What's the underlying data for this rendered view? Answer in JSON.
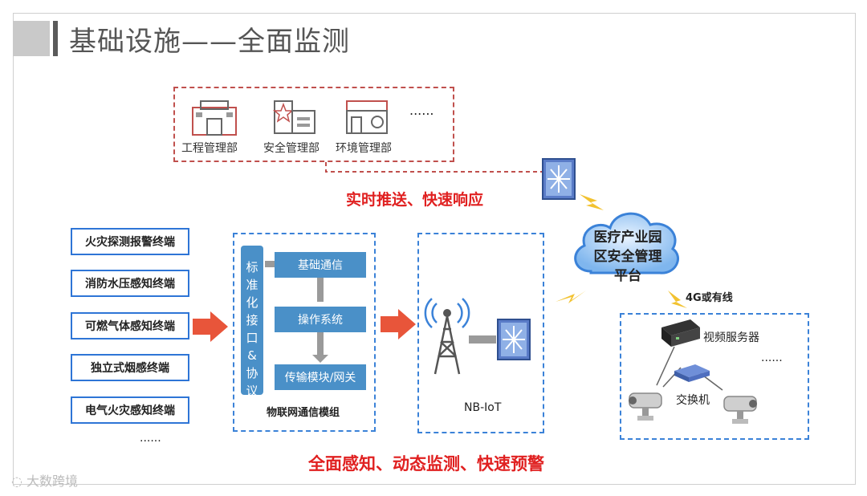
{
  "header": {
    "title": "基础设施——全面监测"
  },
  "departments": [
    {
      "label": "工程管理部",
      "icon": "building-icon"
    },
    {
      "label": "安全管理部",
      "icon": "building-icon"
    },
    {
      "label": "环境管理部",
      "icon": "building-icon"
    }
  ],
  "departments_more": "......",
  "push_text": "实时推送、快速响应",
  "sensors": [
    "火灾探测报警终端",
    "消防水压感知终端",
    "可燃气体感知终端",
    "独立式烟感终端",
    "电气火灾感知终端"
  ],
  "sensors_more": "......",
  "module": {
    "side_label": "标准化接口&协议",
    "items": [
      "基础通信",
      "操作系统",
      "传输模块/网关"
    ],
    "caption": "物联网通信模组"
  },
  "nbiot": {
    "caption": "NB-IoT"
  },
  "cloud": {
    "lines": [
      "医疗产业园",
      "区安全管理",
      "平台"
    ]
  },
  "link_label": "4G或有线",
  "video": {
    "server_label": "视频服务器",
    "switch_label": "交换机",
    "more": "......"
  },
  "bottom_text": "全面感知、动态监测、快速预警",
  "watermark": "大数跨境",
  "colors": {
    "accent_red": "#e02020",
    "dept_border": "#c0504d",
    "blue": "#4a90c8",
    "dash_blue": "#3b82d8",
    "arrow_orange": "#e8553a"
  }
}
